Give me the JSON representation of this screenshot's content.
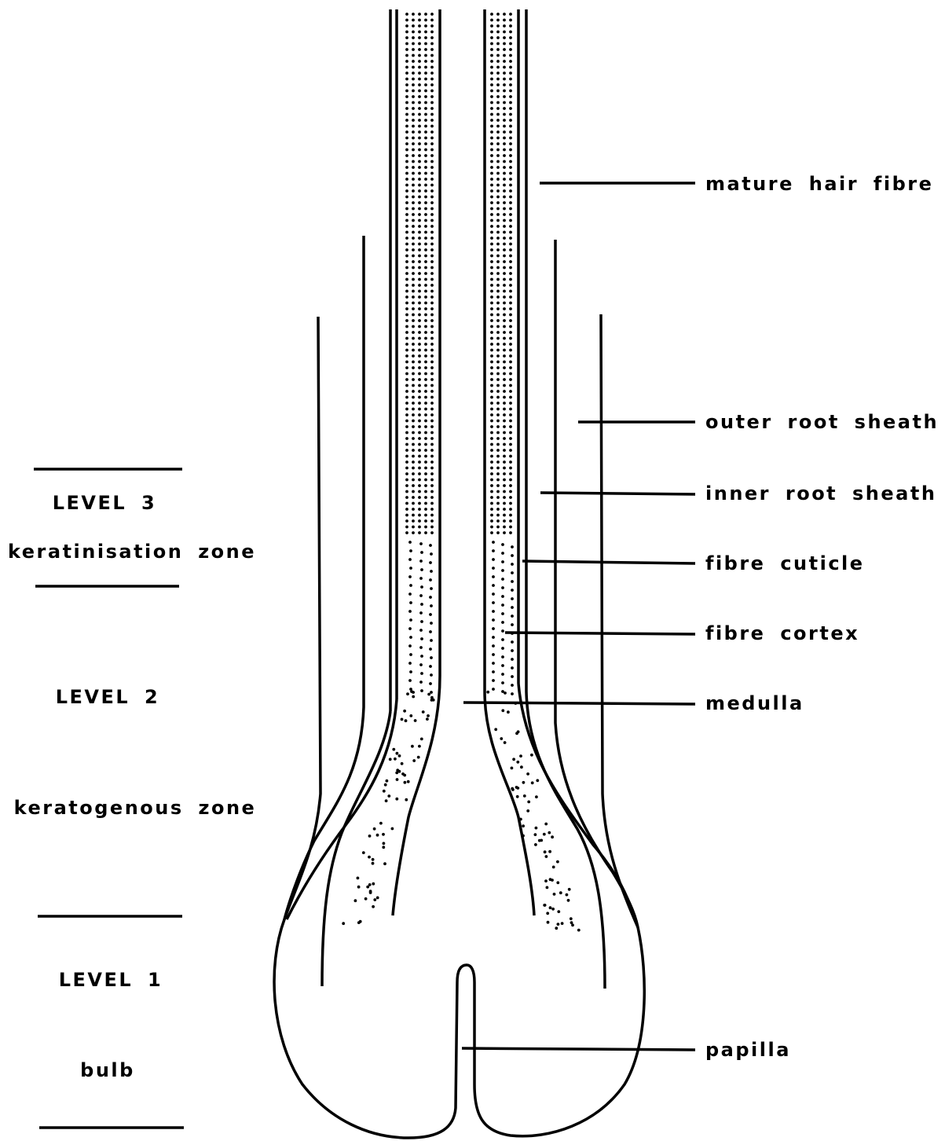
{
  "diagram": {
    "structure_labels": {
      "mature_hair_fibre": "mature hair fibre",
      "outer_root_sheath": "outer root sheath",
      "inner_root_sheath": "inner root sheath",
      "fibre_cuticle": "fibre cuticle",
      "fibre_cortex": "fibre cortex",
      "medulla": "medulla",
      "papilla": "papilla"
    },
    "levels": [
      {
        "level": "LEVEL 3",
        "zone": "keratinisation  zone"
      },
      {
        "level": "LEVEL 2",
        "zone": "keratogenous  zone"
      },
      {
        "level": "LEVEL 1",
        "zone": "bulb"
      }
    ]
  }
}
